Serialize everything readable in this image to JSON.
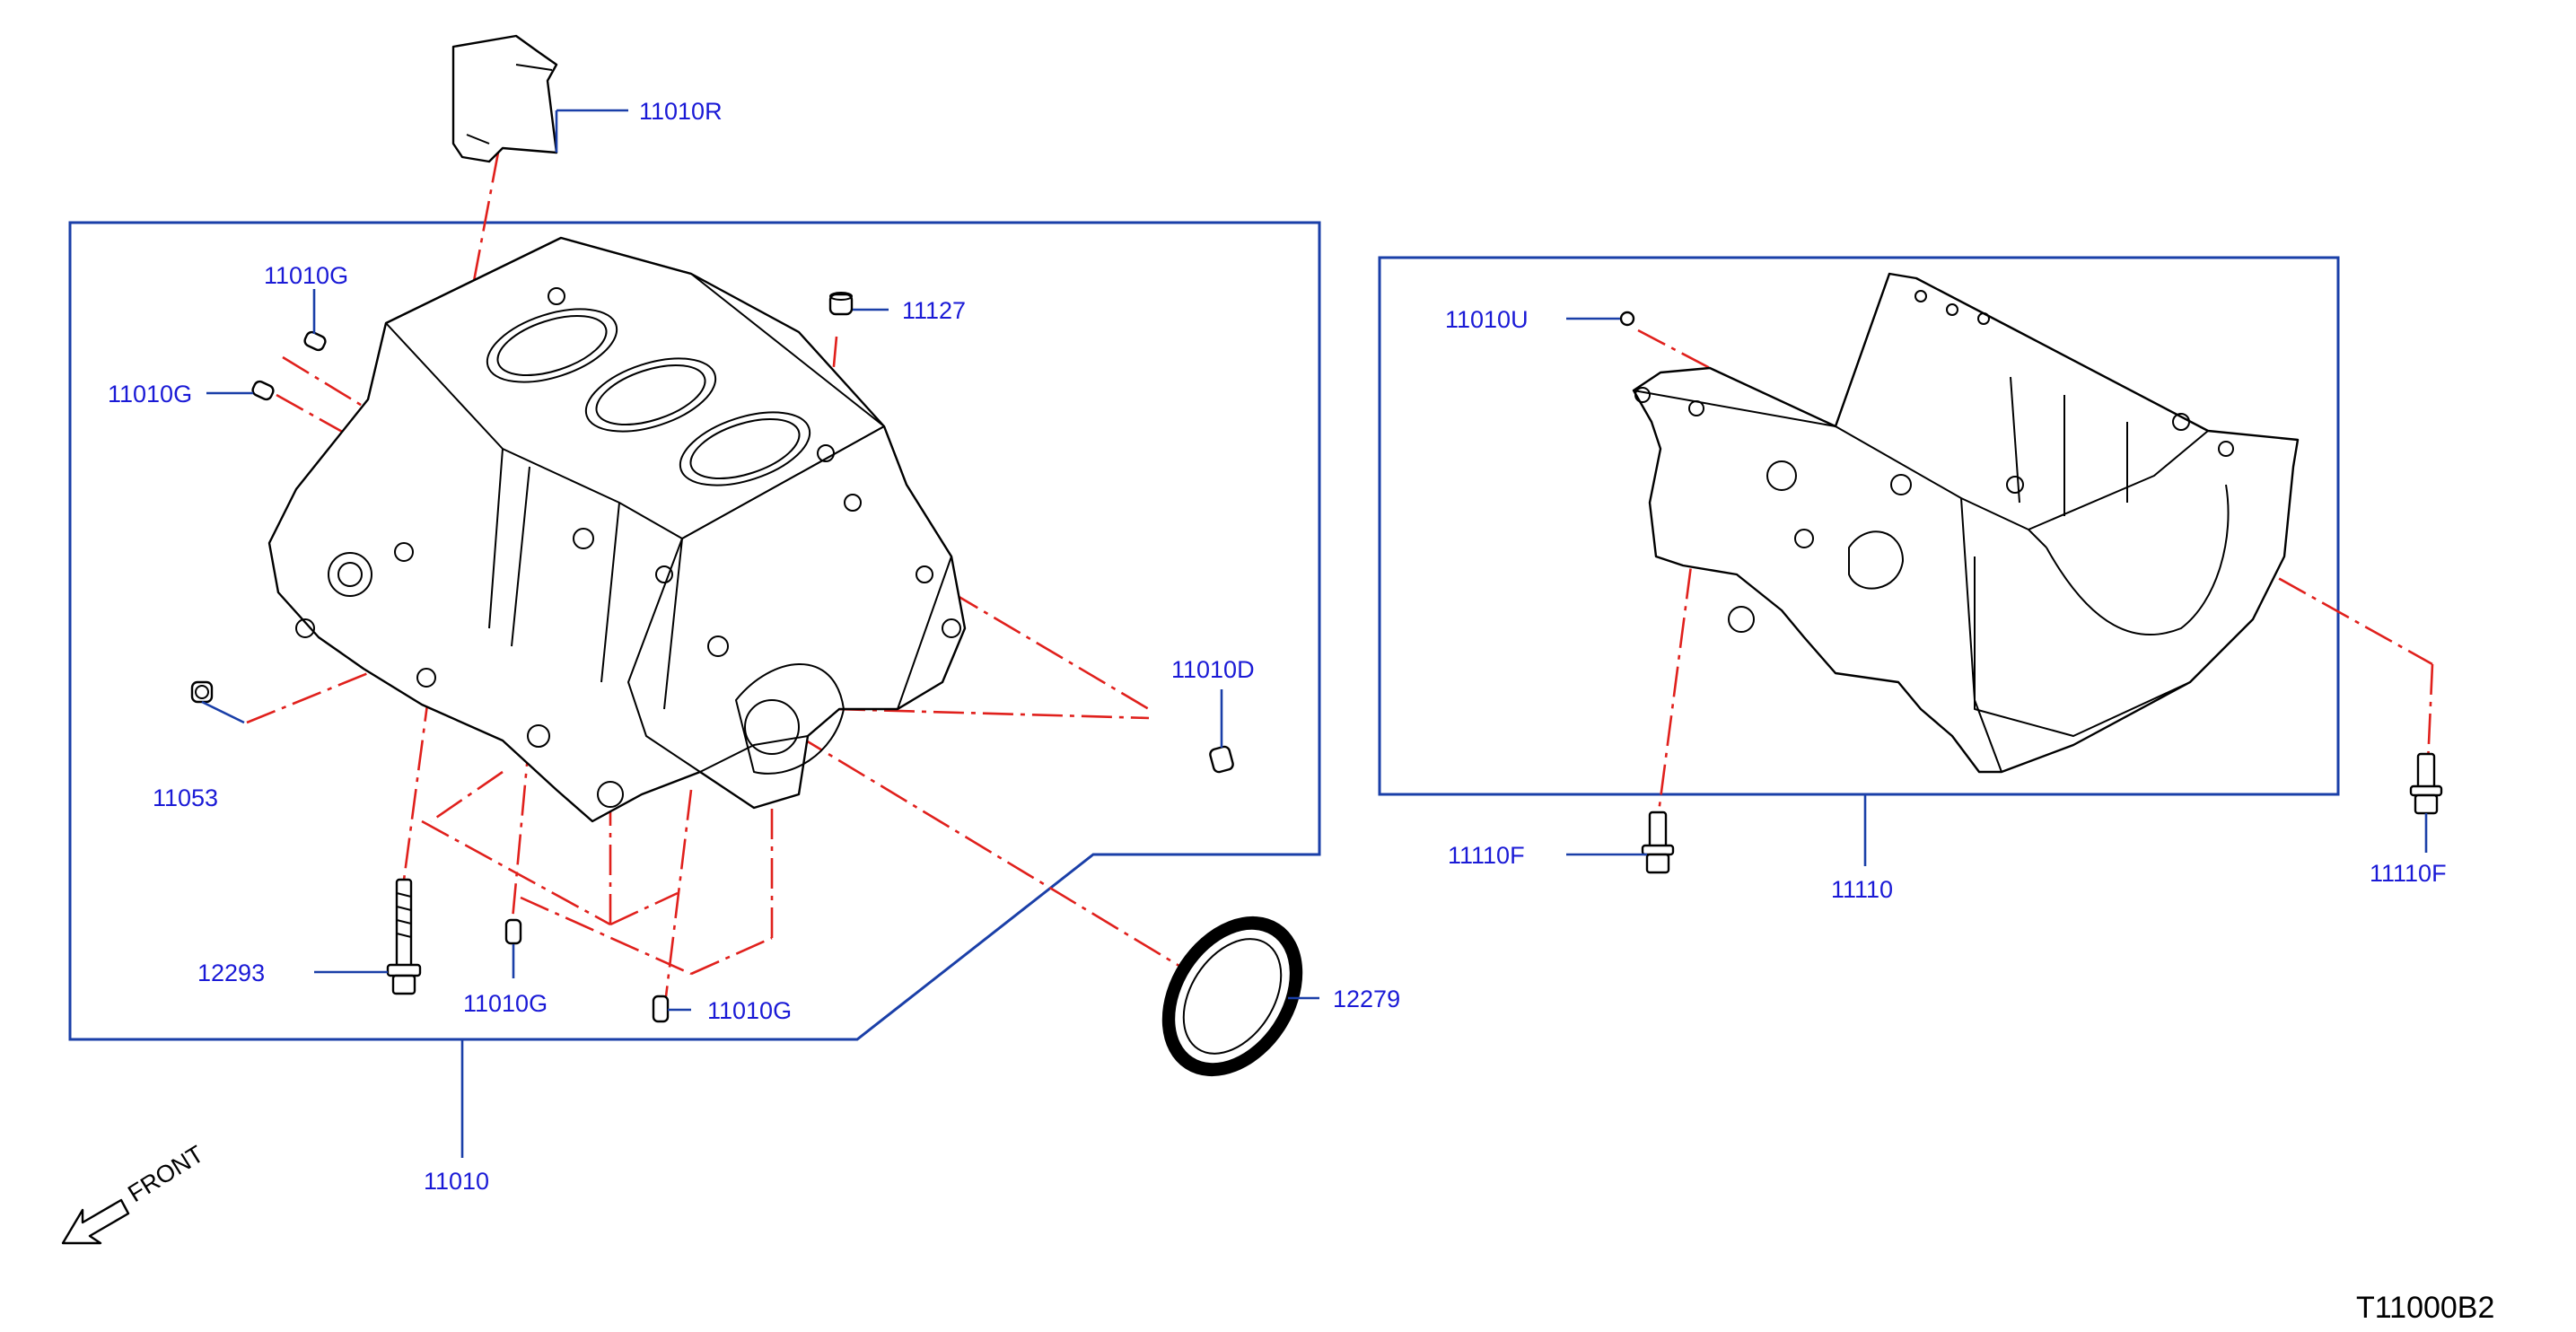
{
  "figure_code": "T11000B2",
  "front_label": "FRONT",
  "colors": {
    "label": "#1a1ad6",
    "leader_line": "#1a3fa8",
    "center_line": "#e0201c",
    "drawing": "#000000"
  },
  "parts": {
    "p11010R": "11010R",
    "p11010G_top": "11010G",
    "p11010G_left": "11010G",
    "p11127": "11127",
    "p11010D": "11010D",
    "p11053": "11053",
    "p12293": "12293",
    "p11010G_bottom1": "11010G",
    "p11010G_bottom2": "11010G",
    "p12279": "12279",
    "p11010": "11010",
    "p11010U": "11010U",
    "p11110F_left": "11110F",
    "p11110": "11110",
    "p11110F_right": "11110F"
  }
}
